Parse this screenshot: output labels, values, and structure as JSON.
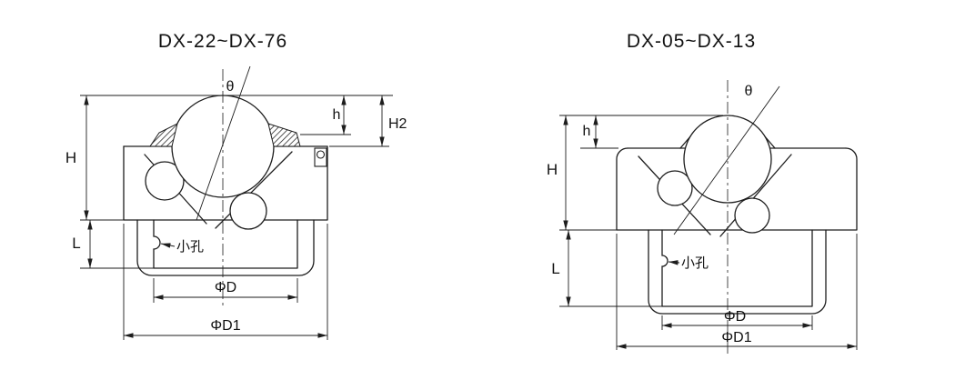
{
  "drawing": {
    "background": "#ffffff",
    "line_color": "#1d1d1d"
  },
  "left_diagram": {
    "title": "DX-22~DX-76",
    "labels": {
      "theta": "θ",
      "h": "h",
      "H2": "H2",
      "H": "H",
      "L": "L",
      "small_hole": "小孔",
      "phi_d": "ΦD",
      "phi_d1": "ΦD1"
    }
  },
  "right_diagram": {
    "title": "DX-05~DX-13",
    "labels": {
      "theta": "θ",
      "h": "h",
      "H": "H",
      "L": "L",
      "small_hole": "小孔",
      "phi_d": "ΦD",
      "phi_d1": "ΦD1"
    }
  }
}
